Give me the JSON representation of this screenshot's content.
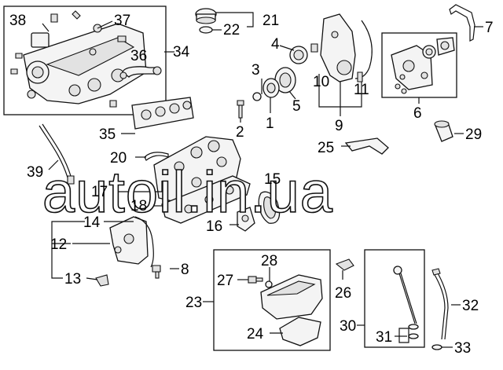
{
  "watermark": "autoil.in.ua",
  "callouts": [
    "1",
    "2",
    "3",
    "4",
    "5",
    "6",
    "7",
    "8",
    "9",
    "10",
    "11",
    "12",
    "13",
    "14",
    "15",
    "16",
    "17",
    "18",
    "20",
    "21",
    "22",
    "23",
    "24",
    "25",
    "26",
    "27",
    "28",
    "29",
    "30",
    "31",
    "32",
    "33",
    "34",
    "35",
    "36",
    "37",
    "38",
    "39"
  ]
}
